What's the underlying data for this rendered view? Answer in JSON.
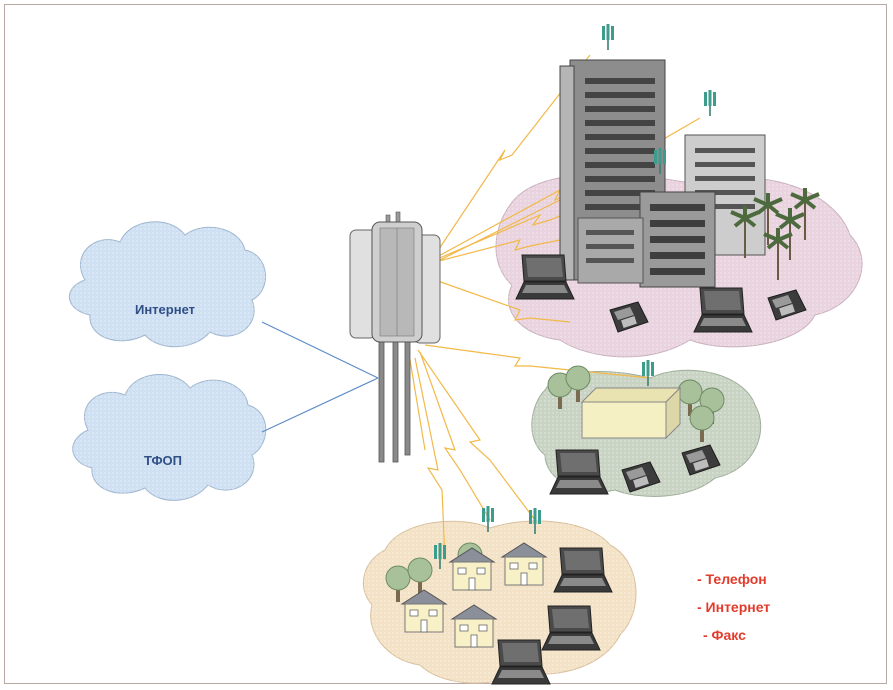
{
  "clouds": {
    "internet_label": "Интернет",
    "pstn_label": "ТФОП"
  },
  "services": {
    "items": [
      "- Телефон",
      "- Интернет",
      "- Факс"
    ]
  },
  "colors": {
    "accent": "#e33b2b",
    "link": "#f2b94a",
    "wire": "#5b8cc8",
    "cloud": "#cfe0f2",
    "city_ground": "#e8d3de",
    "suburb_ground": "#c8d3c3",
    "village_ground": "#f4e2c7"
  },
  "icons": {
    "tower": "base-station-icon",
    "antenna": "antenna-icon",
    "laptop": "laptop-icon",
    "phone": "desk-phone-icon",
    "tree": "tree-icon",
    "house": "house-icon",
    "building": "building-icon"
  }
}
